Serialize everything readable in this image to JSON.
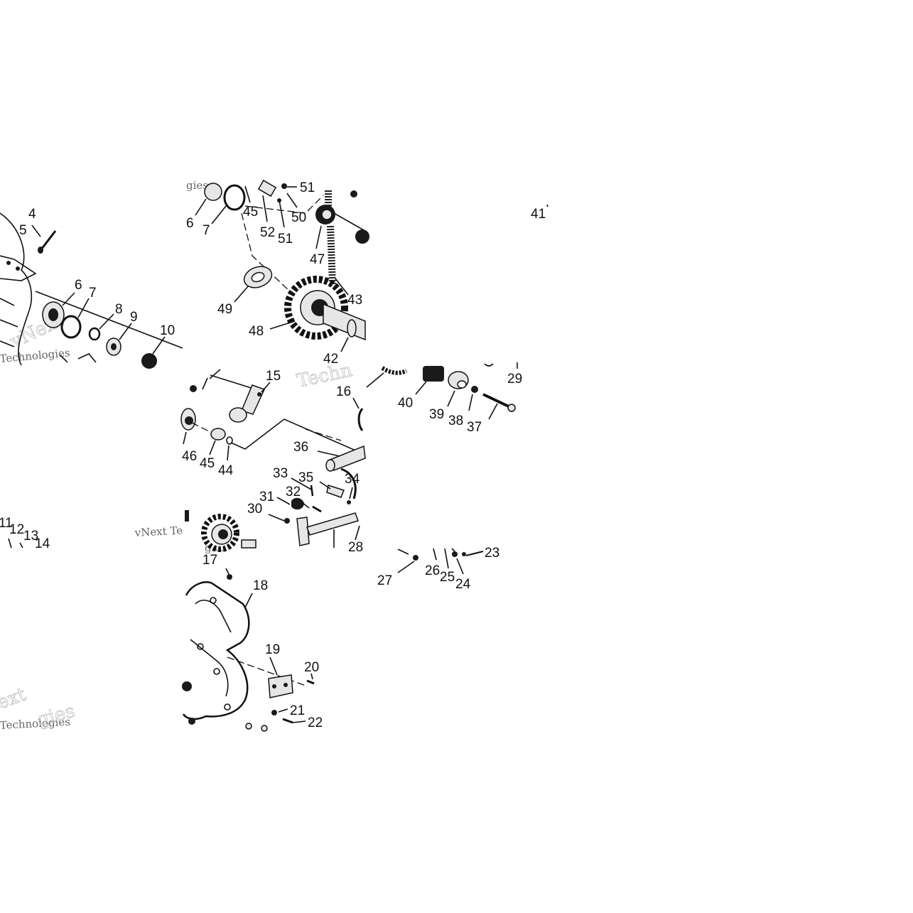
{
  "diagram": {
    "part_labels": [
      "4",
      "5",
      "6",
      "7",
      "8",
      "9",
      "10",
      "11",
      "12",
      "13",
      "14",
      "15",
      "16",
      "17",
      "18",
      "19",
      "20",
      "21",
      "22",
      "23",
      "24",
      "25",
      "26",
      "27",
      "28",
      "29",
      "30",
      "31",
      "32",
      "33",
      "34",
      "35",
      "36",
      "37",
      "38",
      "39",
      "40",
      "41",
      "42",
      "43",
      "44",
      "45",
      "46",
      "47",
      "48",
      "49",
      "50",
      "51",
      "52"
    ],
    "tile_labels": {
      "t1": [
        "4",
        "5",
        "6",
        "7",
        "8",
        "9",
        "10"
      ],
      "t2": [
        "6",
        "7",
        "45",
        "51",
        "50",
        "52",
        "51",
        "47",
        "43",
        "49",
        "48",
        "42"
      ],
      "t3": [
        "41"
      ],
      "t4": [
        "11",
        "12",
        "13",
        "14"
      ],
      "t5": [
        "15",
        "16",
        "46",
        "45",
        "44",
        "36",
        "33",
        "35",
        "34",
        "32",
        "31",
        "30",
        "28"
      ],
      "t6": [
        "40",
        "39",
        "38",
        "37",
        "29"
      ],
      "t8": [
        "17",
        "18",
        "19",
        "20",
        "21",
        "22"
      ],
      "t9": [
        "23",
        "24",
        "25",
        "26",
        "27"
      ]
    },
    "watermark": {
      "brand": "vNext",
      "company": "Technologies",
      "fragments": [
        "vNext Te",
        "Techn",
        "ext",
        "chnologies",
        "gies"
      ]
    }
  }
}
